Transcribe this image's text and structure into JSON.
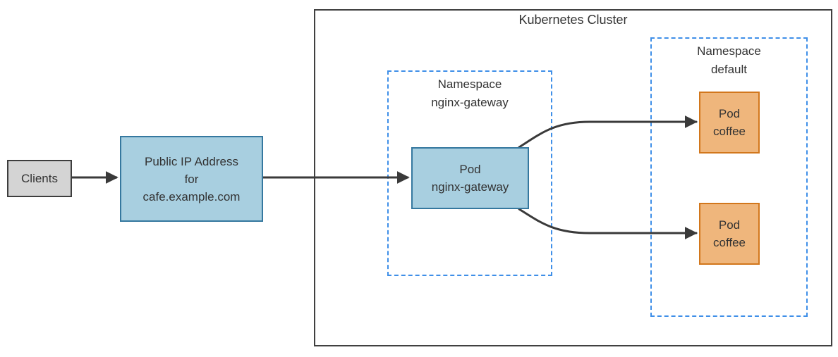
{
  "diagram": {
    "title": "Kubernetes Cluster",
    "nodes": {
      "clients": {
        "label": "Clients",
        "fill": "#d4d4d4",
        "border": "#3d3d3d"
      },
      "public_ip": {
        "label": "Public IP Address\nfor\ncafe.example.com",
        "fill": "#a8cfe0",
        "border": "#35789f"
      },
      "gateway_pod": {
        "label": "Pod\nnginx-gateway",
        "fill": "#a8cfe0",
        "border": "#35789f"
      },
      "coffee_pod_1": {
        "label": "Pod\ncoffee",
        "fill": "#efb67c",
        "border": "#d2771c"
      },
      "coffee_pod_2": {
        "label": "Pod\ncoffee",
        "fill": "#efb67c",
        "border": "#d2771c"
      }
    },
    "namespaces": {
      "nginx_gateway": {
        "label": "Namespace\nnginx-gateway"
      },
      "default": {
        "label": "Namespace\ndefault"
      }
    },
    "edges": [
      {
        "from": "clients",
        "to": "public_ip"
      },
      {
        "from": "public_ip",
        "to": "gateway_pod"
      },
      {
        "from": "gateway_pod",
        "to": "coffee_pod_1"
      },
      {
        "from": "gateway_pod",
        "to": "coffee_pod_2"
      }
    ],
    "colors": {
      "dashed_namespace_border": "#3f8fe8",
      "cluster_border": "#404040",
      "arrow": "#3a3a3a",
      "text": "#333333"
    }
  }
}
